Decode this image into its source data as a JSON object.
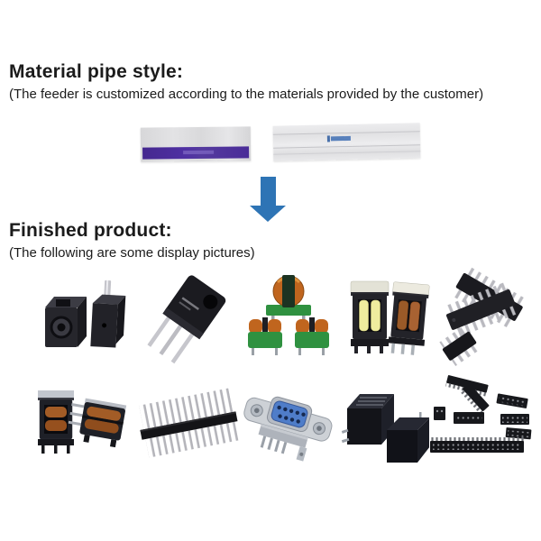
{
  "material_section": {
    "heading": "Material pipe style:",
    "subtext": "(The feeder is customized according to the materials provided by the customer)",
    "pipes": [
      {
        "name": "purple-material-pipe",
        "accent_color": "#4b2d9c"
      },
      {
        "name": "clear-material-pipe",
        "accent_color": "#e8e8ea"
      }
    ]
  },
  "down_arrow": {
    "name": "down-arrow",
    "color": "#2e74b5"
  },
  "finished_section": {
    "heading": "Finished product:",
    "subtext": "(The following are some display pictures)",
    "products_row1": [
      {
        "name": "dc-power-jacks"
      },
      {
        "name": "power-transistor"
      },
      {
        "name": "toroidal-common-mode-chokes"
      },
      {
        "name": "uu-core-transformers"
      },
      {
        "name": "dip-ic-chips"
      }
    ],
    "products_row2": [
      {
        "name": "uu-line-filters"
      },
      {
        "name": "pin-header-strip"
      },
      {
        "name": "d-sub-db9-connector"
      },
      {
        "name": "power-relays"
      },
      {
        "name": "female-header-sockets"
      }
    ]
  }
}
